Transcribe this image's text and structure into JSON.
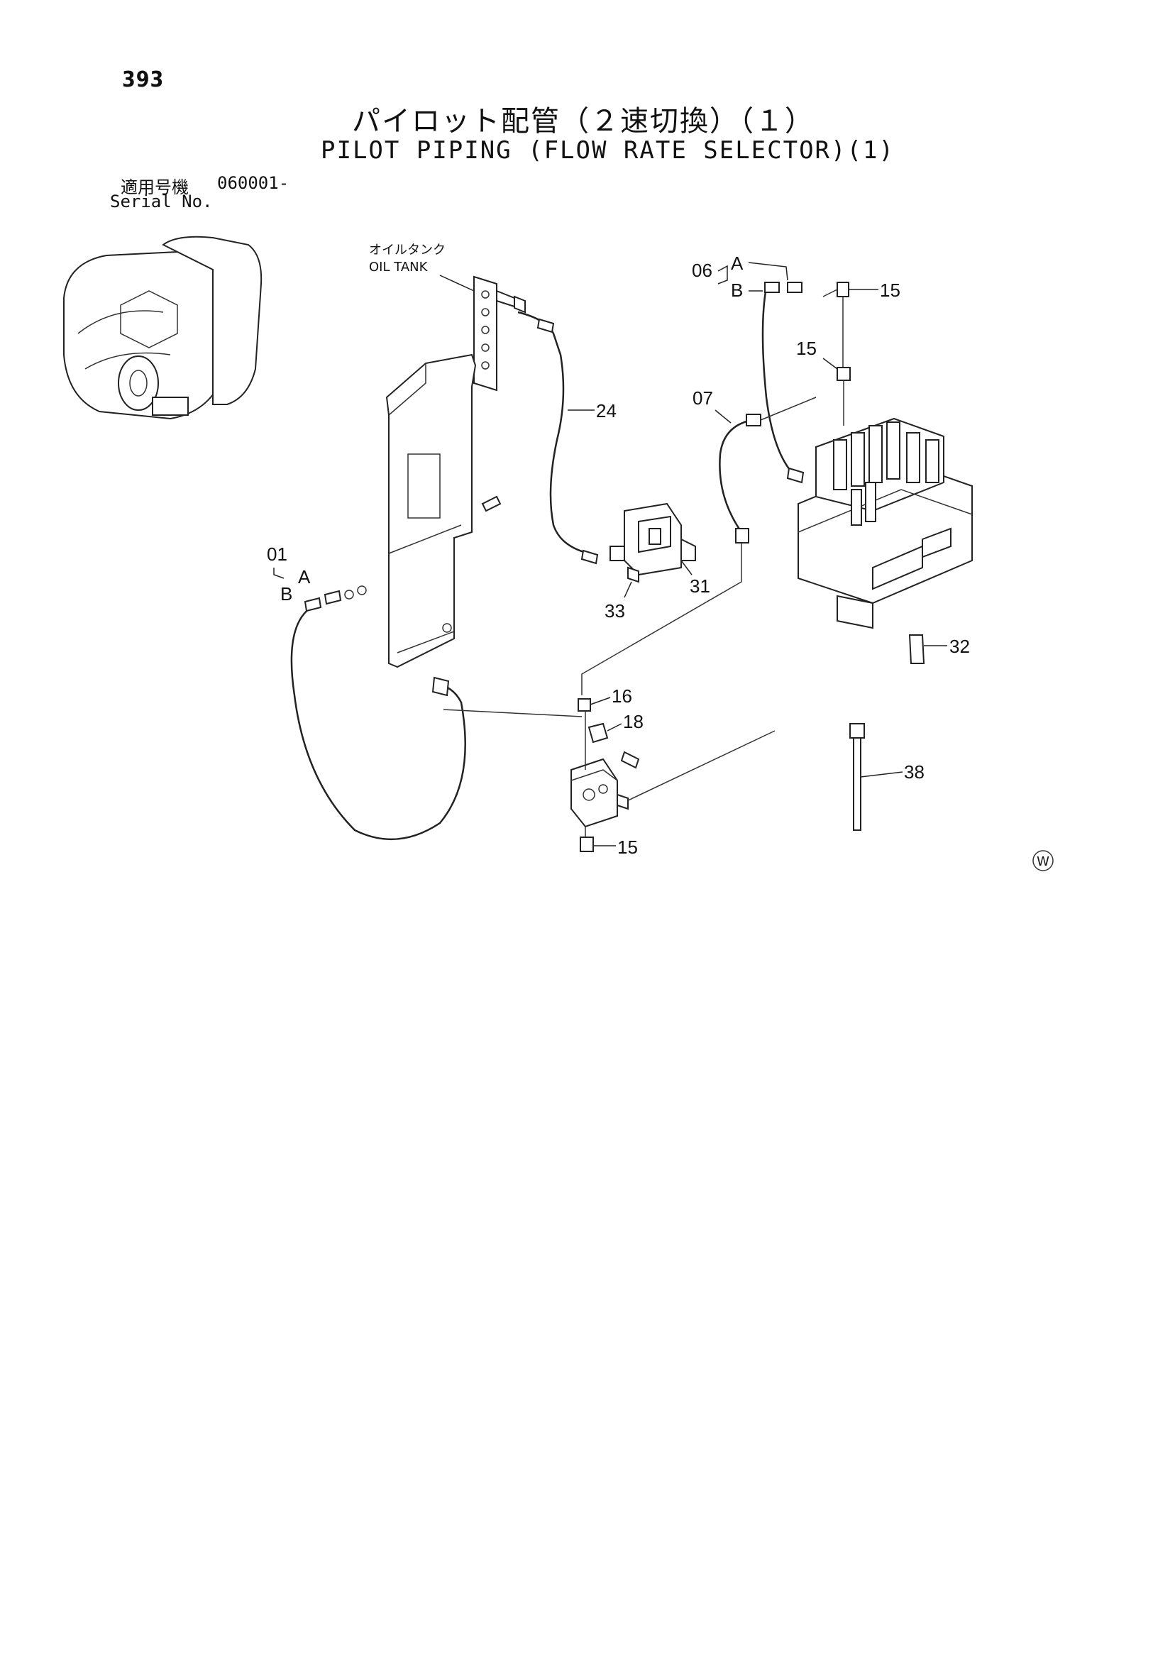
{
  "page_number": "393",
  "title_jp": "パイロット配管（２速切換）（１）",
  "title_en": "PILOT PIPING (FLOW RATE SELECTOR)(1)",
  "serial": {
    "label_jp": "適用号機",
    "value": "060001-",
    "label_en": "Serial No."
  },
  "oil_tank": {
    "label_jp": "オイルタンク",
    "label_en": "OIL TANK"
  },
  "callouts": {
    "c06": "06",
    "c06_a": "A",
    "c06_b": "B",
    "c15_top": "15",
    "c15_mid": "15",
    "c15_bottom": "15",
    "c07": "07",
    "c24": "24",
    "c01": "01",
    "c01_a": "A",
    "c01_b": "B",
    "c31": "31",
    "c33": "33",
    "c32": "32",
    "c16": "16",
    "c18": "18",
    "c38": "38"
  },
  "mark": "W"
}
